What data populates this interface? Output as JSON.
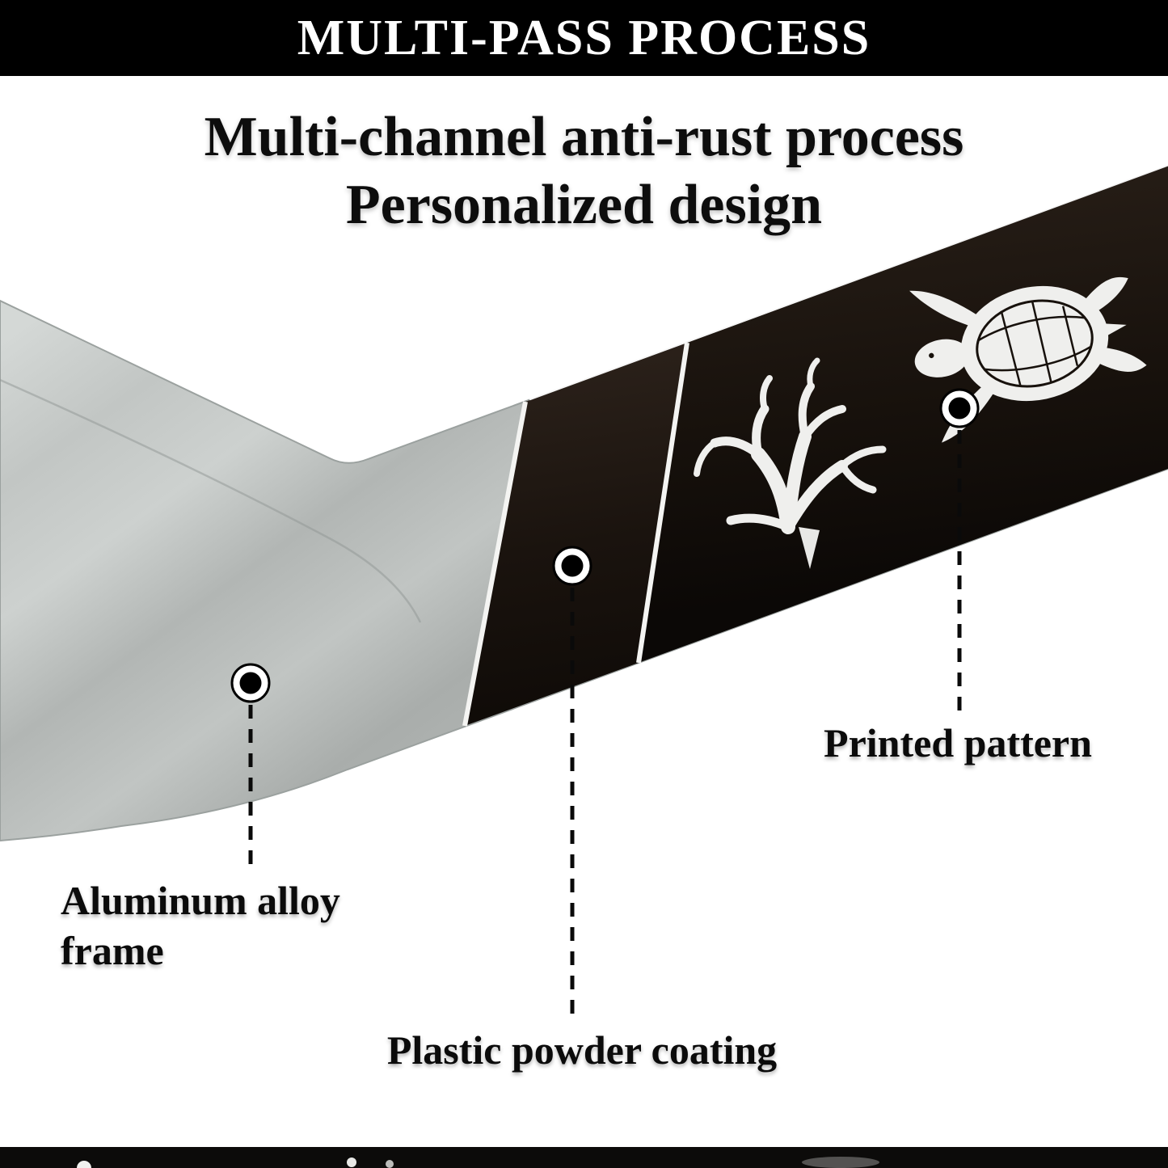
{
  "banner": {
    "title": "MULTI-PASS PROCESS"
  },
  "headline": {
    "line1": "Multi-channel anti-rust process",
    "line2": "Personalized design"
  },
  "callouts": {
    "aluminum": {
      "line1": "Aluminum alloy",
      "line2": "frame"
    },
    "plastic": {
      "label": "Plastic powder coating"
    },
    "printed": {
      "label": "Printed pattern"
    }
  },
  "frame": {
    "segments": [
      "aluminum-alloy-frame",
      "plastic-powder-coating",
      "printed-pattern"
    ],
    "icons": [
      "coral-icon",
      "turtle-icon"
    ]
  },
  "colors": {
    "banner_bg": "#000000",
    "frame_silver": "#bfc3c1",
    "frame_black": "#1a130e",
    "pattern_white": "#efefed",
    "separator_white": "#f4f4f2",
    "text": "#0d0d0d"
  }
}
